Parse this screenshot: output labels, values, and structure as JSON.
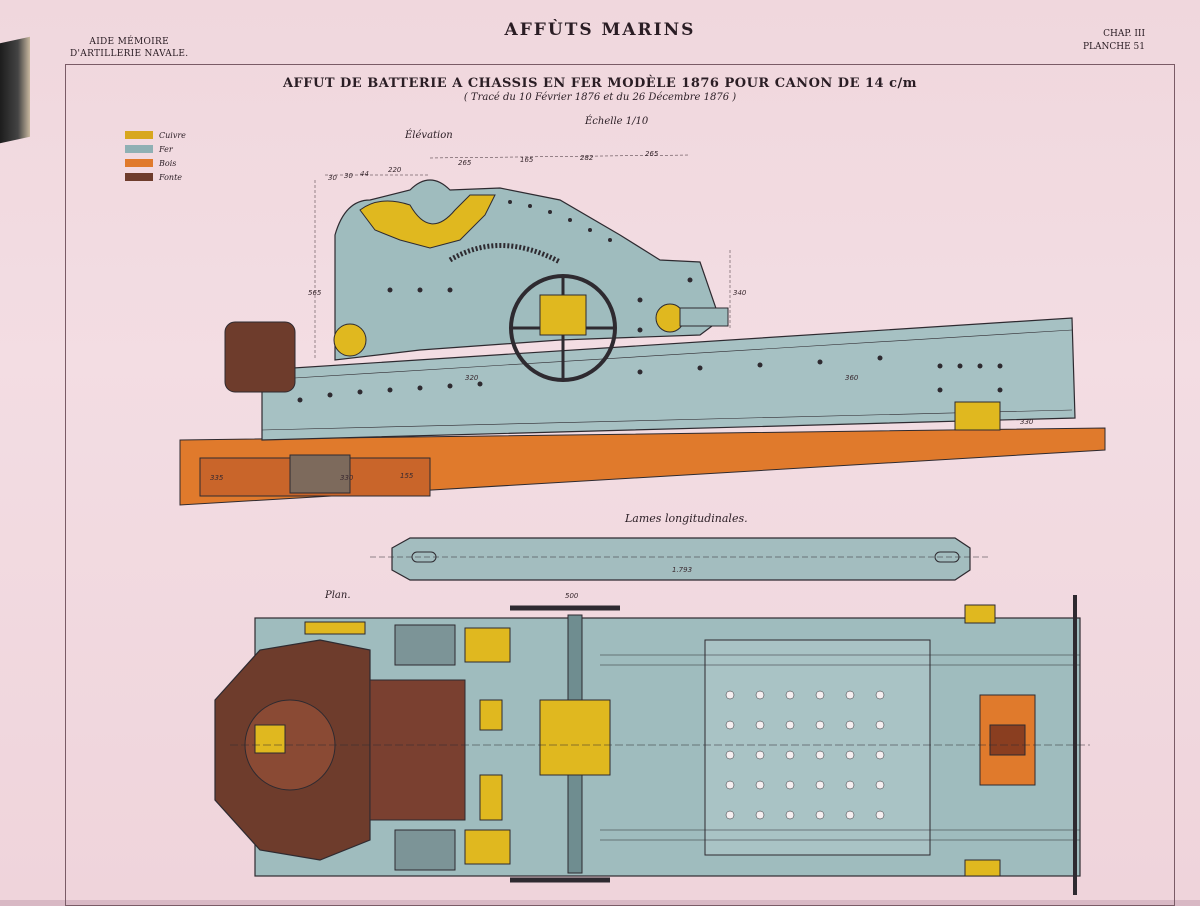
{
  "header": {
    "left_line1": "AIDE MÉMOIRE",
    "left_line2": "D'ARTILLERIE NAVALE.",
    "title": "AFFÙTS MARINS",
    "right_line1": "CHAP. III",
    "right_line2": "PLANCHE 51"
  },
  "plate": {
    "subtitle": "AFFUT DE BATTERIE A CHASSIS EN FER MODÈLE 1876 POUR CANON DE 14 c/m",
    "trace": "( Tracé du 10 Février 1876 et du 26 Décembre 1876 )",
    "scale": "Échelle 1/10",
    "elevation_label": "Élévation",
    "lames_label": "Lames longitudinales.",
    "plan_label": "Plan."
  },
  "legend": [
    {
      "label": "Cuivre",
      "color": "#d8a71e"
    },
    {
      "label": "Fer",
      "color": "#8fb0b4"
    },
    {
      "label": "Bois",
      "color": "#e07a2c"
    },
    {
      "label": "Fonte",
      "color": "#6e3c2c"
    }
  ],
  "dimensions": {
    "top_1": "265",
    "top_2": "165",
    "top_3": "282",
    "top_4": "265",
    "top_5": "220",
    "top_6": "30",
    "top_7": "30",
    "top_8": "44",
    "left_h": "565",
    "right_h": "340",
    "mid_1": "320",
    "mid_2": "360",
    "base_1": "335",
    "base_2": "330",
    "base_3": "155",
    "slide": "330",
    "lame_len": "1.793",
    "plan_1": "500"
  },
  "colors": {
    "iron": "#9fbcbe",
    "iron_dark": "#6f8d90",
    "brass": "#e0b81f",
    "wood": "#e07a2c",
    "cast": "#6e3c2c",
    "line": "#2e2a30"
  }
}
